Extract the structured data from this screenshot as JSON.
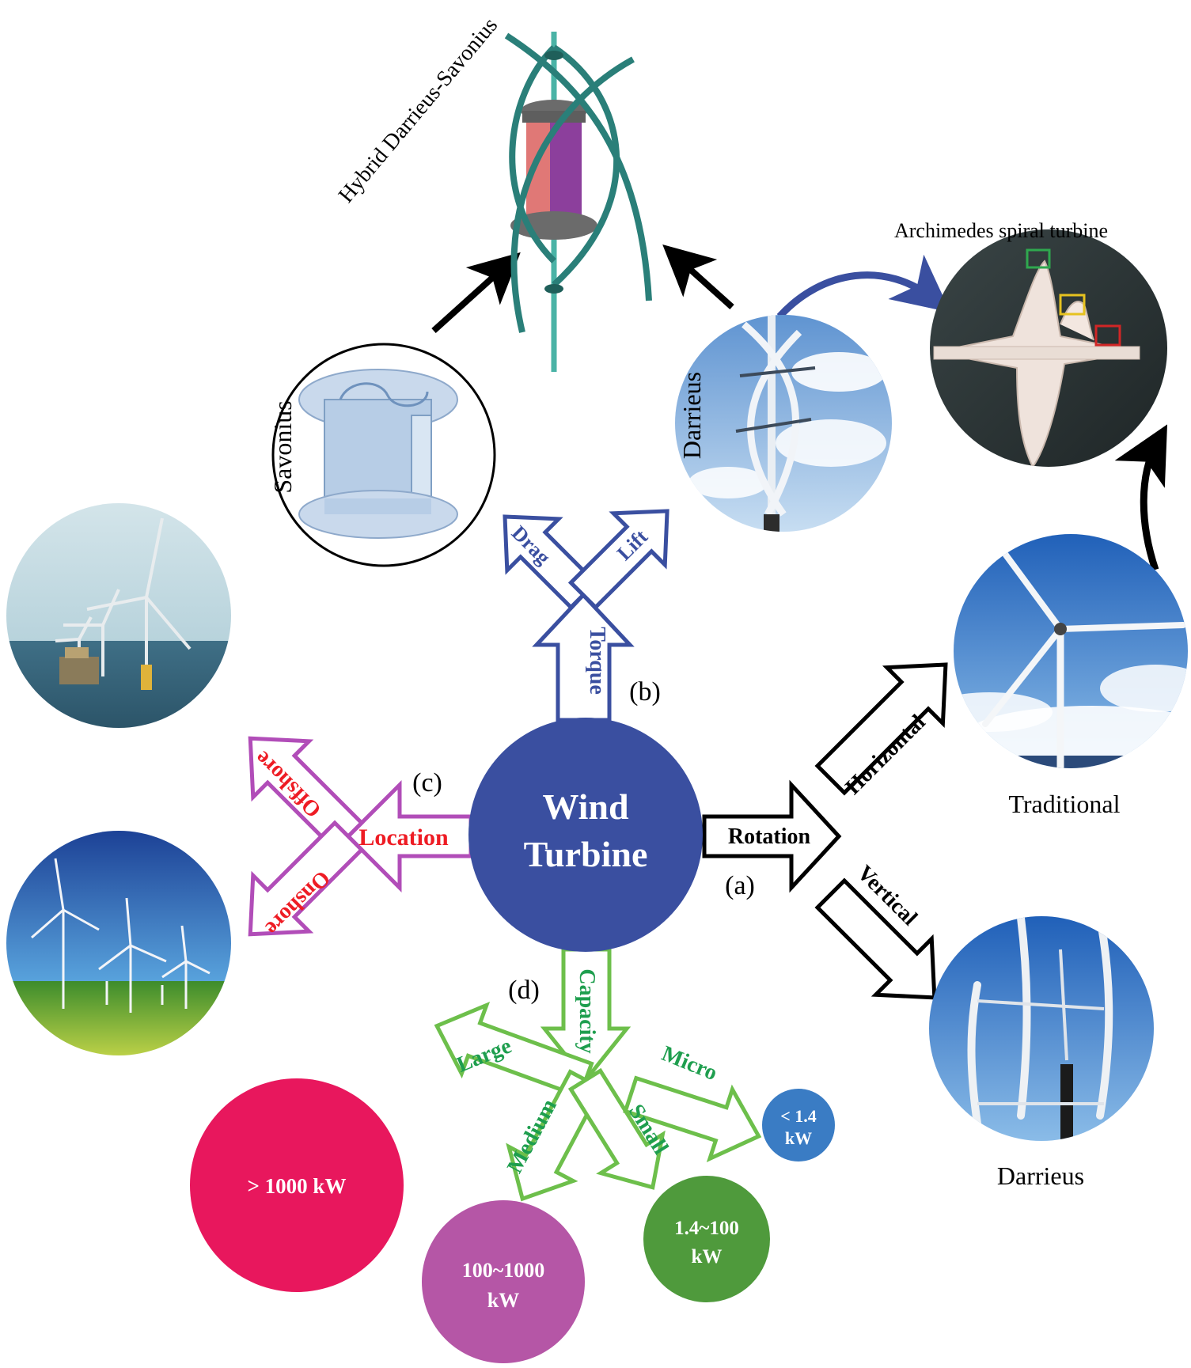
{
  "center": {
    "line1": "Wind",
    "line2": "Turbine",
    "color": "#3a4fa0"
  },
  "branch_a": {
    "tag": "(a)",
    "main_label": "Rotation",
    "sub_horizontal": "Horizontal",
    "sub_vertical": "Vertical",
    "img_horizontal_caption": "Traditional",
    "img_vertical_caption": "Darrieus",
    "color": "#000000"
  },
  "branch_b": {
    "tag": "(b)",
    "main_label": "Torque",
    "sub_drag": "Drag",
    "sub_lift": "Lift",
    "savonius_caption": "Savonius",
    "darrieus_caption": "Darrieus",
    "hybrid_caption": "Hybrid Darrieus-Savonius",
    "spiral_caption": "Archimedes spiral turbine",
    "color": "#3a4fa0"
  },
  "branch_c": {
    "tag": "(c)",
    "main_label": "Location",
    "sub_offshore": "Offshore",
    "sub_onshore": "Onshore",
    "outline_color": "#b14db8",
    "text_color": "#ee1c24"
  },
  "branch_d": {
    "tag": "(d)",
    "main_label": "Capacity",
    "sub_large": "Large",
    "sub_medium": "Medium",
    "sub_small": "Small",
    "sub_micro": "Micro",
    "large_value": "> 1000 kW",
    "medium_value_1": "100~1000",
    "medium_value_2": "kW",
    "small_value_1": "1.4~100",
    "small_value_2": "kW",
    "micro_value_1": "< 1.4",
    "micro_value_2": "kW",
    "outline_color": "#6dbf4b",
    "text_color": "#1e9e4e",
    "large_color": "#e8175d",
    "medium_color": "#b556a6",
    "small_color": "#4f9a3c",
    "micro_color": "#3a7cc4"
  }
}
